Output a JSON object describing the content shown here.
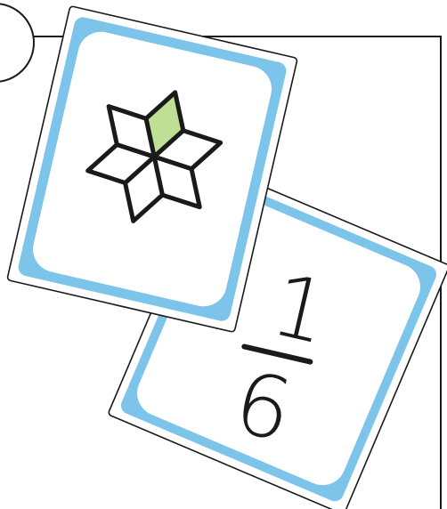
{
  "scene": {
    "fraction_card": {
      "numerator": "1",
      "denominator": "6"
    },
    "shape_card": {
      "shape": "six-pointed star of rhombuses",
      "rhombus_count": 6,
      "shaded_count": 1,
      "shaded_fraction": "1/6"
    },
    "colors": {
      "card_border": "#7cc4ea",
      "card_face": "#ffffff",
      "outline": "#1a1a1a",
      "shaded_rhombus": "#bfdf94"
    }
  }
}
